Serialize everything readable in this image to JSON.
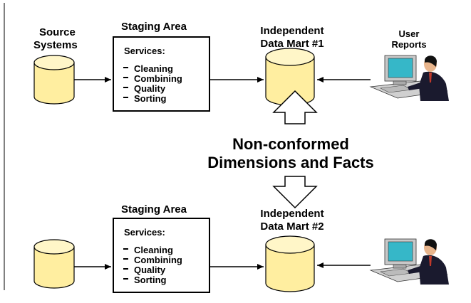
{
  "top": {
    "source_label_line1": "Source",
    "source_label_line2": "Systems",
    "staging_title": "Staging Area",
    "services_title": "Services:",
    "services": [
      "Cleaning",
      "Combining",
      "Quality",
      "Sorting"
    ],
    "mart_label_line1": "Independent",
    "mart_label_line2": "Data Mart #1",
    "reports_line1": "User",
    "reports_line2": "Reports"
  },
  "middle": {
    "line1": "Non-conformed",
    "line2": "Dimensions and Facts"
  },
  "bottom": {
    "staging_title": "Staging Area",
    "services_title": "Services:",
    "services": [
      "Cleaning",
      "Combining",
      "Quality",
      "Sorting"
    ],
    "mart_label_line1": "Independent",
    "mart_label_line2": "Data Mart #2"
  },
  "colors": {
    "cylinder_fill": "#ffeea0",
    "cylinder_top": "#fff6c8",
    "monitor_frame": "#c8c8c8",
    "screen": "#36b7c8",
    "suit": "#1a1a2e",
    "skin": "#e8b58c"
  }
}
